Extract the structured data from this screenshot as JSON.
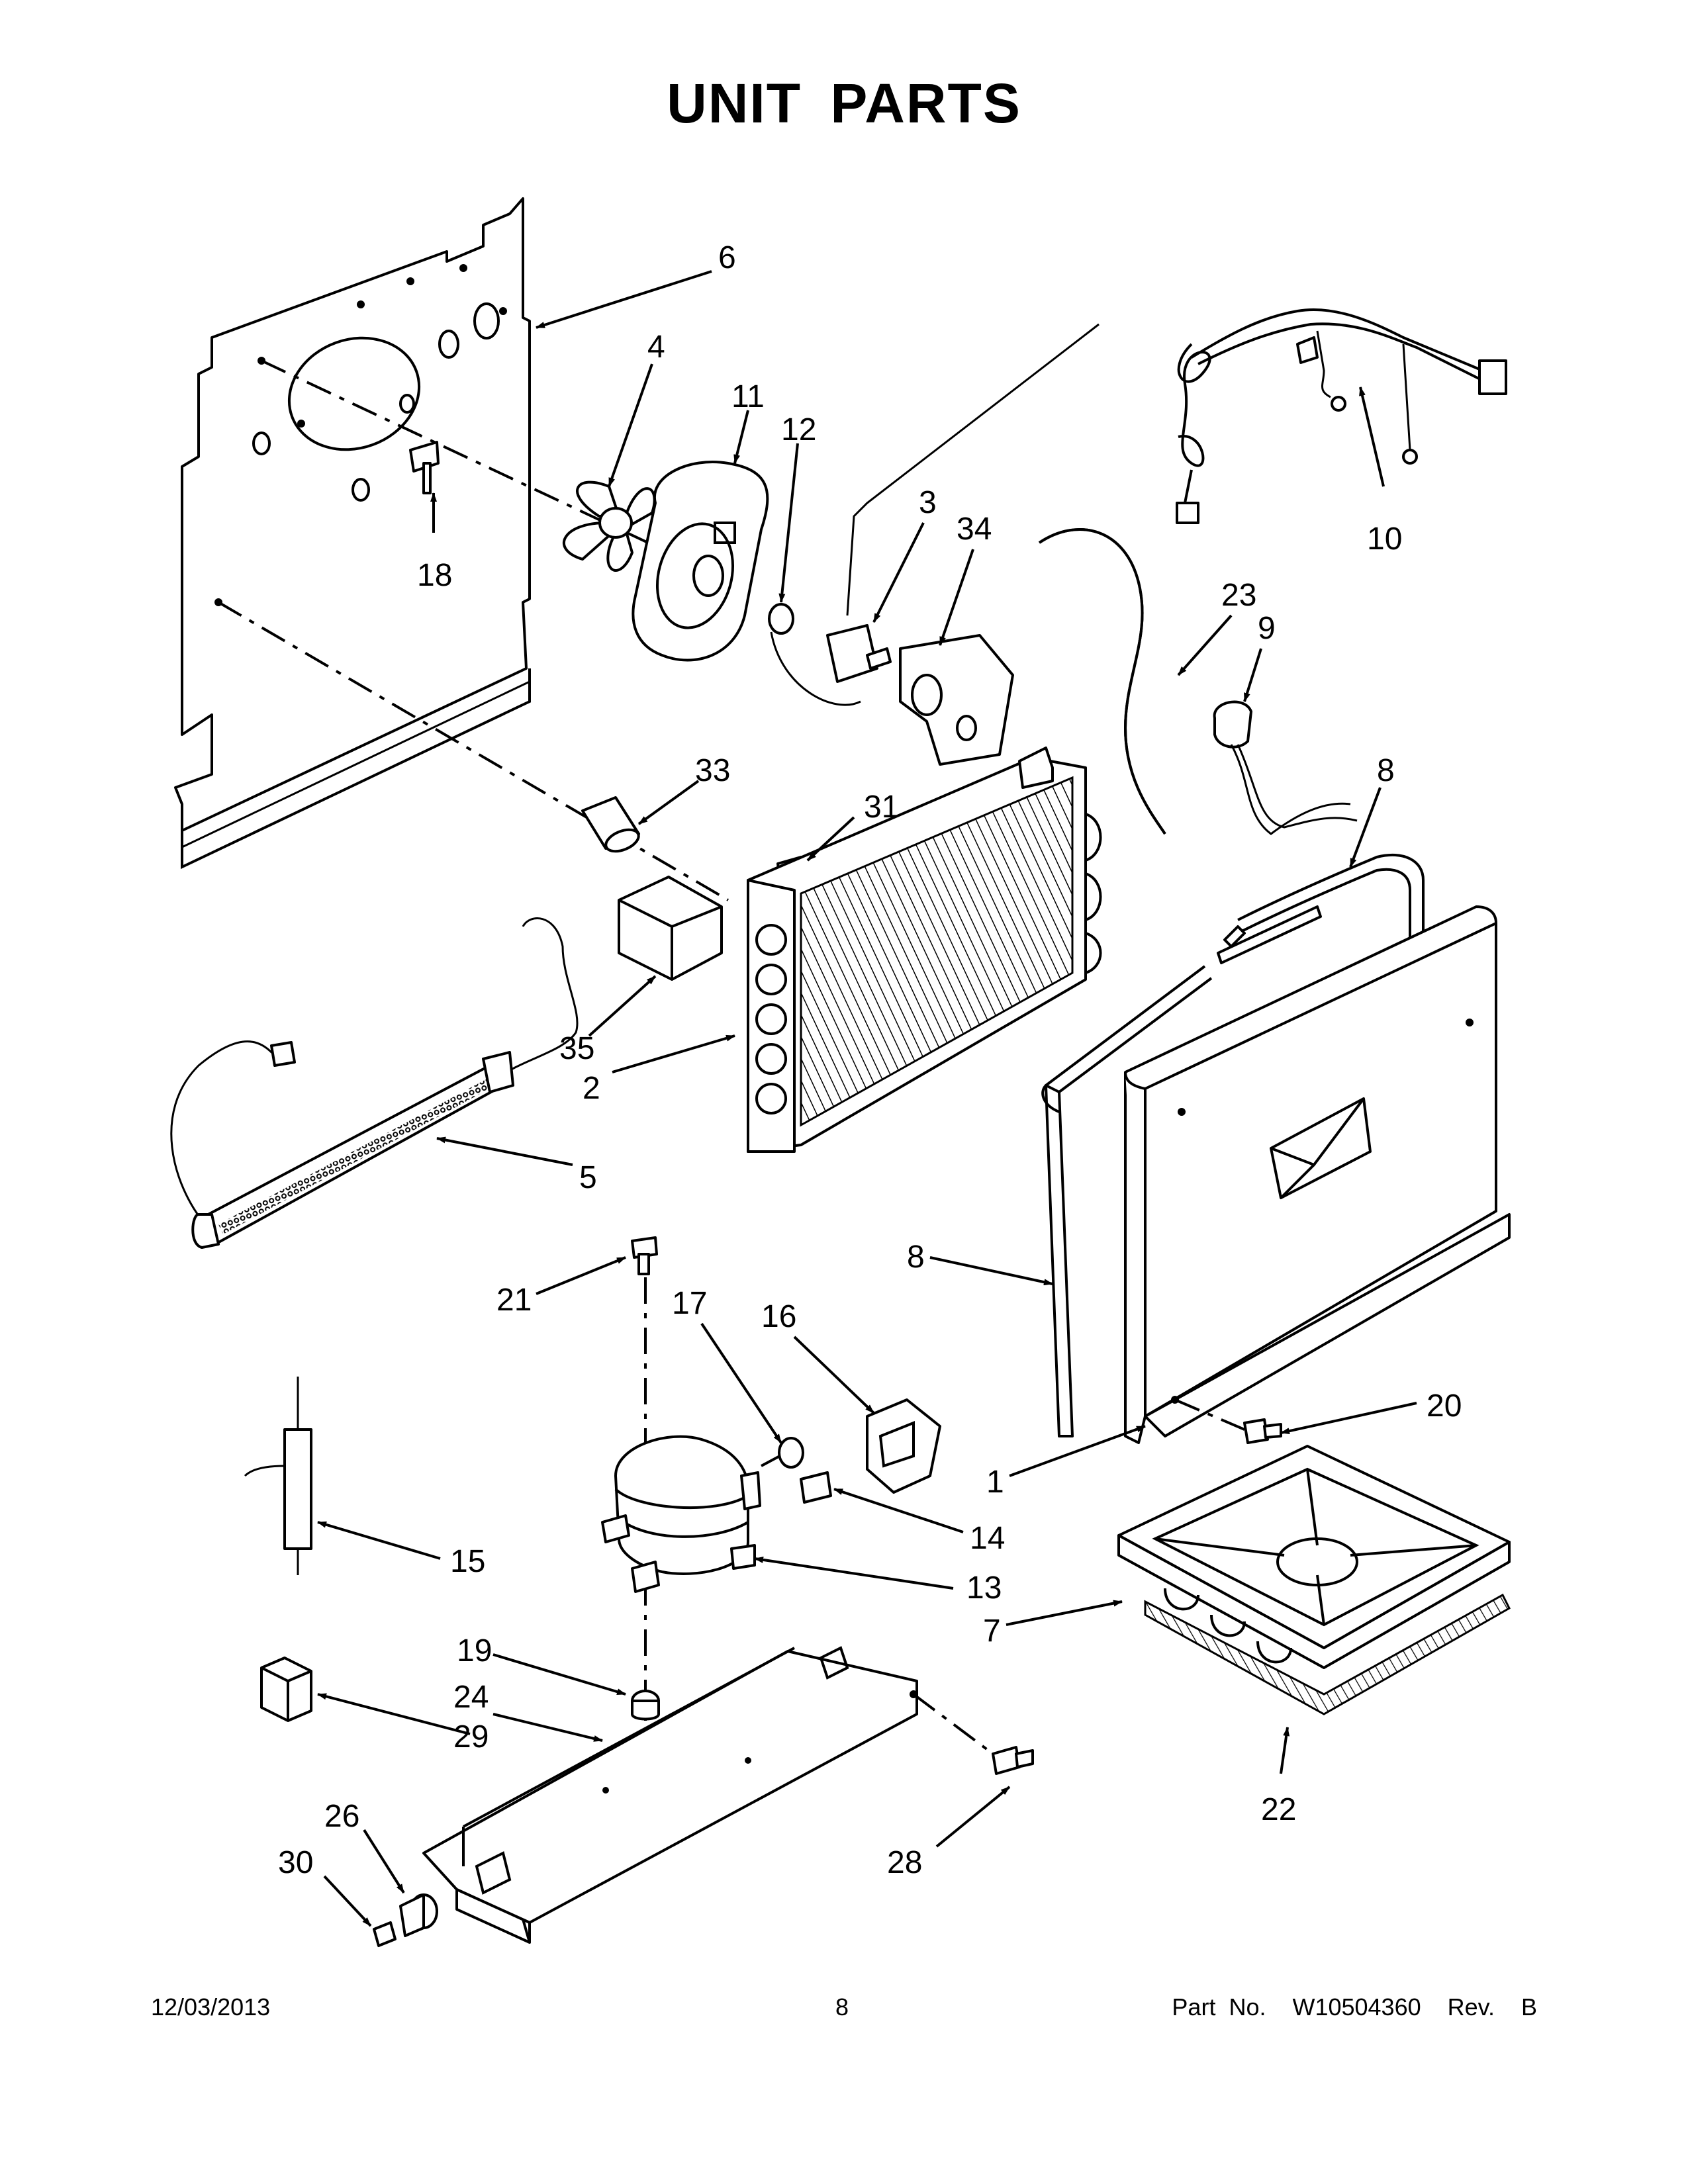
{
  "title": "UNIT PARTS",
  "footer": {
    "date": "12/03/2013",
    "page": "8",
    "part_number": "Part No.  W10504360  Rev.  B"
  },
  "callouts": {
    "c1": "1",
    "c2": "2",
    "c3": "3",
    "c4": "4",
    "c5": "5",
    "c6": "6",
    "c7": "7",
    "c8a": "8",
    "c8b": "8",
    "c9": "9",
    "c10": "10",
    "c11": "11",
    "c12": "12",
    "c13": "13",
    "c14": "14",
    "c15": "15",
    "c16": "16",
    "c17": "17",
    "c18": "18",
    "c19": "19",
    "c20": "20",
    "c21": "21",
    "c22": "22",
    "c23": "23",
    "c24": "24",
    "c26": "26",
    "c28": "28",
    "c29": "29",
    "c30": "30",
    "c31": "31",
    "c33": "33",
    "c34": "34",
    "c35": "35"
  }
}
